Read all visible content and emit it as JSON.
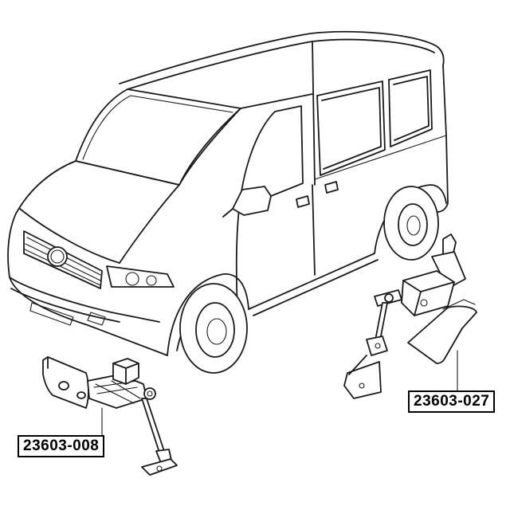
{
  "parts": [
    {
      "part_number": "23603-008",
      "description": "headlight level sensor (front)"
    },
    {
      "part_number": "23603-027",
      "description": "headlight level sensor (rear)"
    }
  ],
  "icons": [
    "van-illustration",
    "sensor-front-icon",
    "sensor-rear-icon"
  ]
}
